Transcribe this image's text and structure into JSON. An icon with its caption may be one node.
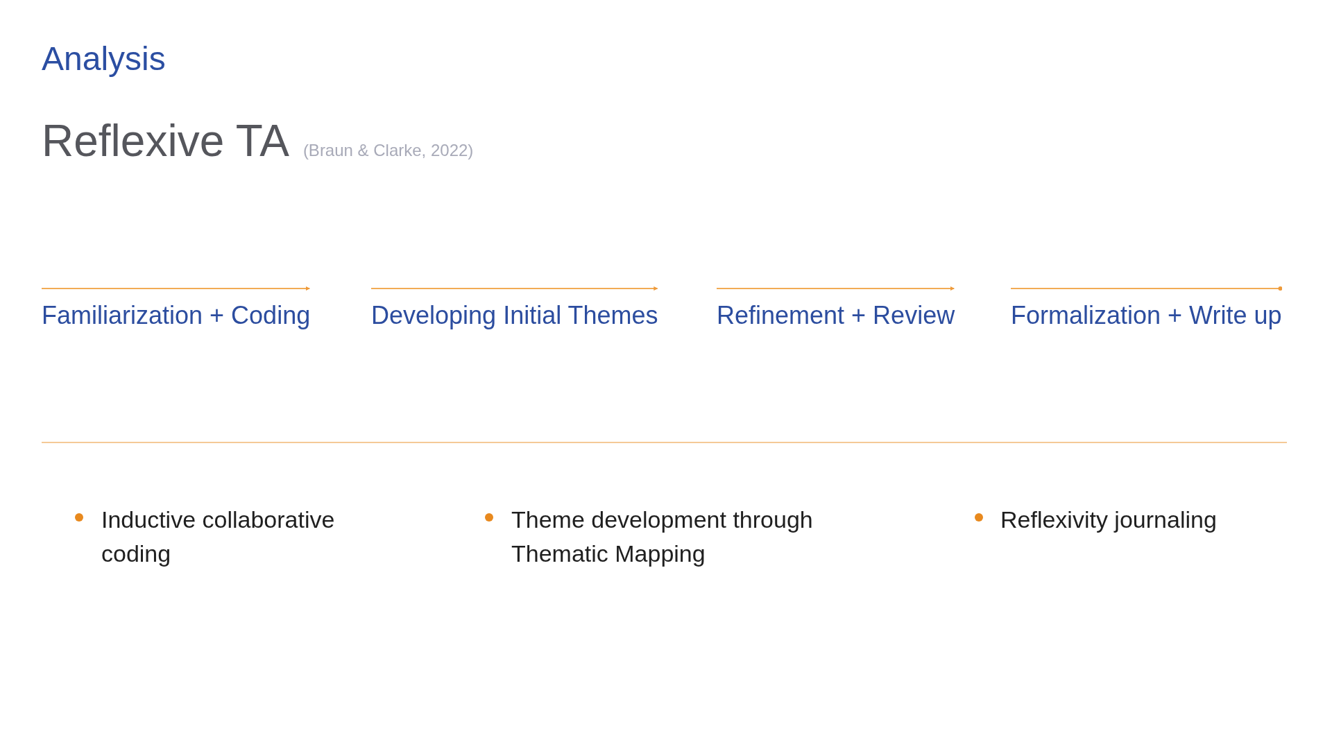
{
  "diagram": {
    "title": "Analysis",
    "labels": [
      "Reflexive TA",
      "(Braun & Clarke, 2022)",
      "Familiarization + Coding",
      "Developing Initial Themes",
      "Refinement + Review",
      "Formalization + Write up",
      "Inductive collaborative coding",
      "Theme development through Thematic Mapping",
      "Reflexivity journaling"
    ]
  }
}
